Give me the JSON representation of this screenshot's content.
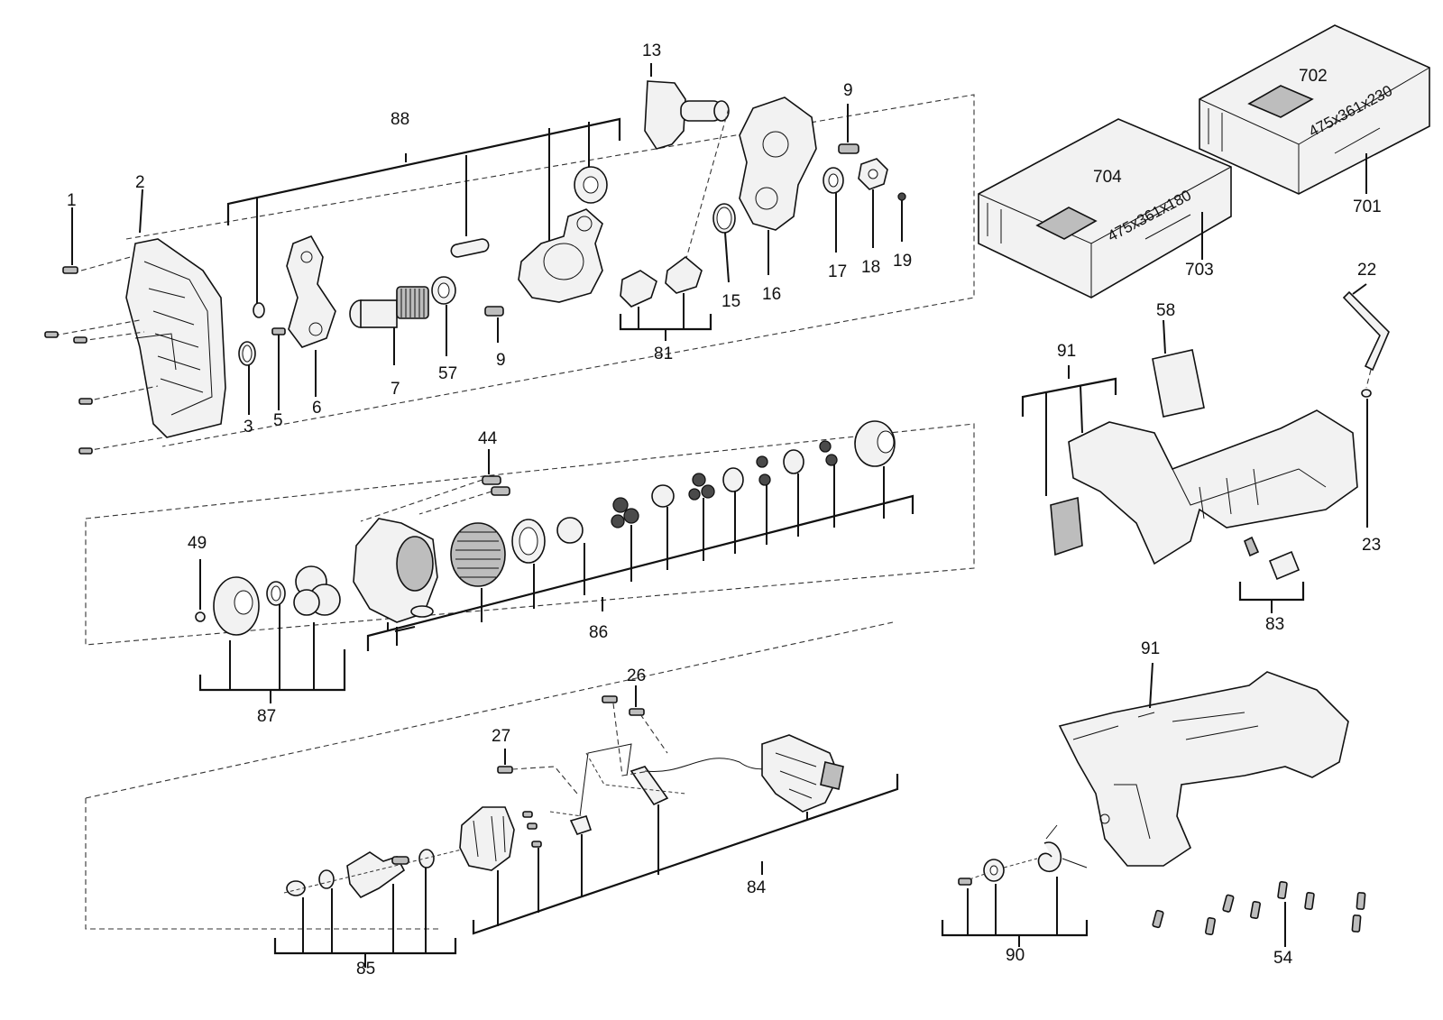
{
  "labels": {
    "l1": "1",
    "l2": "2",
    "l3": "3",
    "l5": "5",
    "l6": "6",
    "l7": "7",
    "l9a": "9",
    "l9b": "9",
    "l13": "13",
    "l15": "15",
    "l16": "16",
    "l17": "17",
    "l18": "18",
    "l19": "19",
    "l22": "22",
    "l23": "23",
    "l26": "26",
    "l27": "27",
    "l44": "44",
    "l49": "49",
    "l54": "54",
    "l57": "57",
    "l58": "58",
    "l81": "81",
    "l83": "83",
    "l84": "84",
    "l85": "85",
    "l86": "86",
    "l87": "87",
    "l88": "88",
    "l90": "90",
    "l91a": "91",
    "l91b": "91",
    "l701": "701",
    "l702": "702",
    "l703": "703",
    "l704": "704"
  },
  "case_dims": {
    "small": "475x361x180",
    "large": "475x361x230"
  }
}
